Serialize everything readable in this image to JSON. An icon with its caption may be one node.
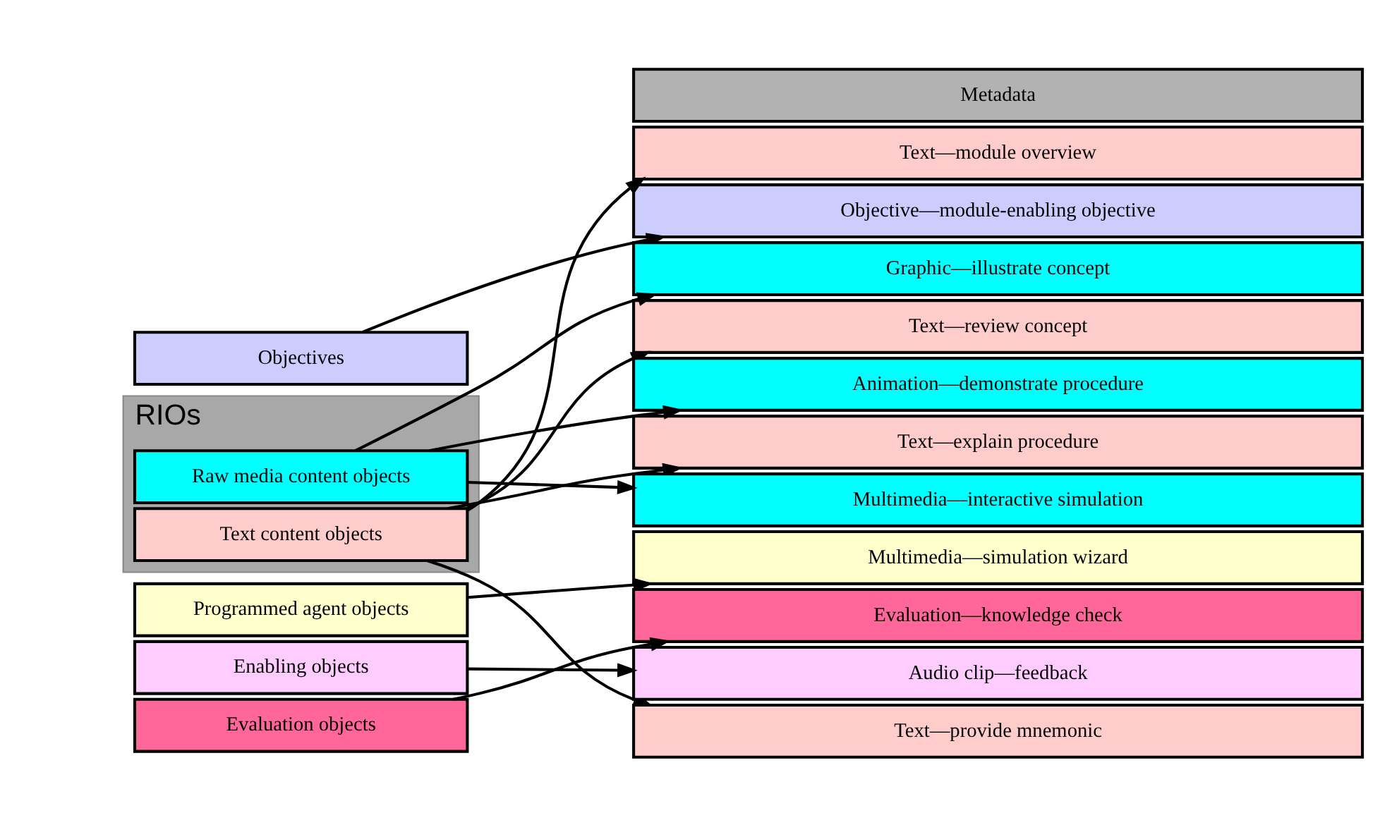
{
  "diagram": {
    "nodes": [
      {
        "text": [
          "Objectives"
        ]
      },
      {
        "text": [
          "RIOs"
        ]
      },
      {
        "text": [
          "Text content objects"
        ],
        "in": 1
      },
      {
        "text": [
          "Raw media content objects"
        ],
        "in": 1
      },
      {
        "text": [
          "Programmed agent objects"
        ]
      },
      {
        "text": [
          "Enabling objects"
        ]
      },
      {
        "text": [
          "Evaluation objects"
        ]
      },
      {
        "text": [
          "Metadata"
        ]
      },
      {
        "text": [
          "Text—module overview"
        ]
      },
      {
        "text": [
          "Objective—module-enabling objective"
        ]
      },
      {
        "text": [
          "Graphic—illustrate concept"
        ]
      },
      {
        "text": [
          "Text—review concept"
        ]
      },
      {
        "text": [
          "Animation—demonstrate procedure"
        ]
      },
      {
        "text": [
          "Text—explain procedure"
        ]
      },
      {
        "text": [
          "Multimedia—interactive simulation"
        ]
      },
      {
        "text": [
          "Multimedia—simulation wizard"
        ]
      },
      {
        "text": [
          "Evaluation—knowledge check"
        ]
      },
      {
        "text": [
          "Audio clip—feedback"
        ]
      },
      {
        "text": [
          "Text—provide mnemonic"
        ]
      }
    ],
    "edges": [
      {
        "from": 0,
        "to": 9,
        "arrow": "to"
      },
      {
        "from": 2,
        "to": 8,
        "arrow": "to"
      },
      {
        "from": 2,
        "to": 11,
        "arrow": "to"
      },
      {
        "from": 2,
        "to": 13,
        "arrow": "to"
      },
      {
        "from": 2,
        "to": 18,
        "arrow": "to"
      },
      {
        "from": 3,
        "to": 10,
        "arrow": "to"
      },
      {
        "from": 3,
        "to": 12,
        "arrow": "to"
      },
      {
        "from": 3,
        "to": 14,
        "arrow": "to"
      },
      {
        "from": 4,
        "to": 15,
        "arrow": "to"
      },
      {
        "from": 5,
        "to": 17,
        "arrow": "to"
      },
      {
        "from": 6,
        "to": 16,
        "arrow": "to"
      }
    ]
  }
}
